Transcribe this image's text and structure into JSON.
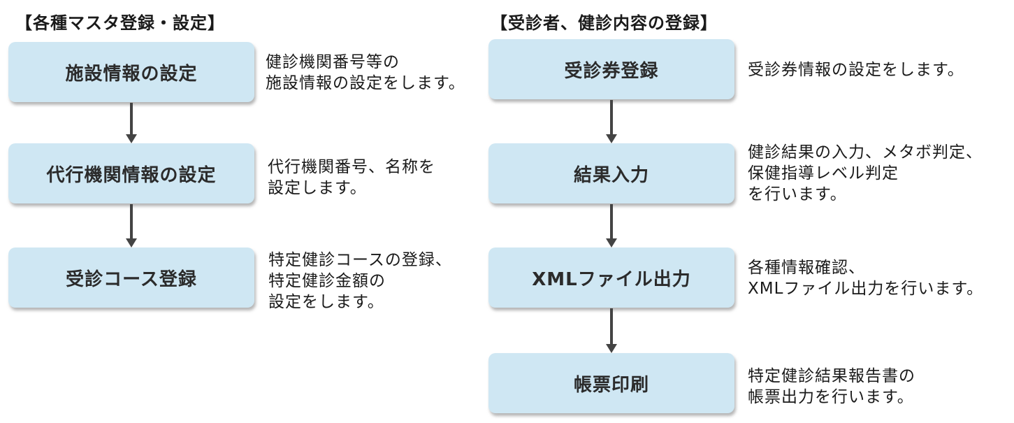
{
  "left": {
    "heading": "【各種マスタ登録・設定】",
    "steps": [
      {
        "label": "施設情報の設定",
        "desc": [
          "健診機関番号等の",
          "施設情報の設定をします。"
        ]
      },
      {
        "label": "代行機関情報の設定",
        "desc": [
          "代行機関番号、名称を",
          "設定します。"
        ]
      },
      {
        "label": "受診コース登録",
        "desc": [
          "特定健診コースの登録、",
          "特定健診金額の",
          "設定をします。"
        ]
      }
    ]
  },
  "right": {
    "heading": "【受診者、健診内容の登録】",
    "steps": [
      {
        "label": "受診券登録",
        "desc": [
          "受診券情報の設定をします。"
        ]
      },
      {
        "label": "結果入力",
        "desc": [
          "健診結果の入力、メタボ判定、",
          "保健指導レベル判定",
          "を行います。"
        ]
      },
      {
        "label": "XMLファイル出力",
        "desc": [
          "各種情報確認、",
          "XMLファイル出力を行います。"
        ]
      },
      {
        "label": "帳票印刷",
        "desc": [
          "特定健診結果報告書の",
          "帳票出力を行います。"
        ]
      }
    ]
  },
  "colors": {
    "box_fill": "#cfe7f3",
    "arrow": "#444444",
    "text": "#1a1a1a"
  }
}
